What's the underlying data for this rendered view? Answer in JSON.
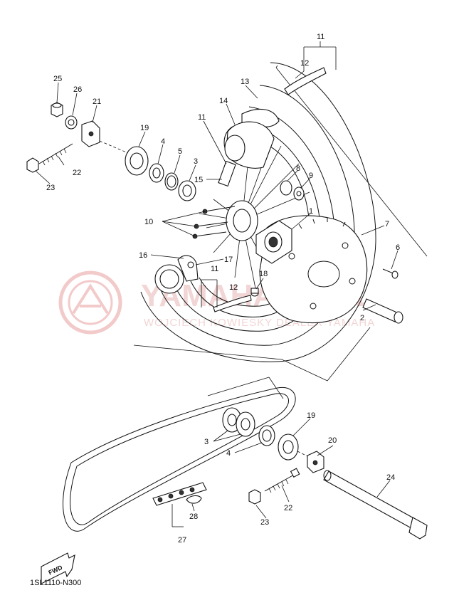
{
  "diagram": {
    "code": "1SL1110-N300",
    "fwd_label": "FWD",
    "watermark": {
      "brand": "YAMAHA-CP.PL",
      "subtitle": "WOJCIECH KOWIESKY DEALER YAMAHA",
      "color": "#e8a0a0"
    },
    "callouts": [
      {
        "id": "c1",
        "label": "1"
      },
      {
        "id": "c2",
        "label": "2"
      },
      {
        "id": "c3a",
        "label": "3"
      },
      {
        "id": "c3b",
        "label": "3"
      },
      {
        "id": "c4a",
        "label": "4"
      },
      {
        "id": "c4b",
        "label": "4"
      },
      {
        "id": "c5",
        "label": "5"
      },
      {
        "id": "c6",
        "label": "6"
      },
      {
        "id": "c7",
        "label": "7"
      },
      {
        "id": "c8",
        "label": "8"
      },
      {
        "id": "c9",
        "label": "9"
      },
      {
        "id": "c10",
        "label": "10"
      },
      {
        "id": "c11a",
        "label": "11"
      },
      {
        "id": "c11b",
        "label": "11"
      },
      {
        "id": "c11c",
        "label": "11"
      },
      {
        "id": "c12a",
        "label": "12"
      },
      {
        "id": "c12b",
        "label": "12"
      },
      {
        "id": "c13",
        "label": "13"
      },
      {
        "id": "c14",
        "label": "14"
      },
      {
        "id": "c15",
        "label": "15"
      },
      {
        "id": "c16",
        "label": "16"
      },
      {
        "id": "c17",
        "label": "17"
      },
      {
        "id": "c18",
        "label": "18"
      },
      {
        "id": "c19a",
        "label": "19"
      },
      {
        "id": "c19b",
        "label": "19"
      },
      {
        "id": "c20",
        "label": "20"
      },
      {
        "id": "c21",
        "label": "21"
      },
      {
        "id": "c22a",
        "label": "22"
      },
      {
        "id": "c22b",
        "label": "22"
      },
      {
        "id": "c23a",
        "label": "23"
      },
      {
        "id": "c23b",
        "label": "23"
      },
      {
        "id": "c24",
        "label": "24"
      },
      {
        "id": "c25",
        "label": "25"
      },
      {
        "id": "c26",
        "label": "26"
      },
      {
        "id": "c27",
        "label": "27"
      },
      {
        "id": "c28",
        "label": "28"
      }
    ]
  }
}
